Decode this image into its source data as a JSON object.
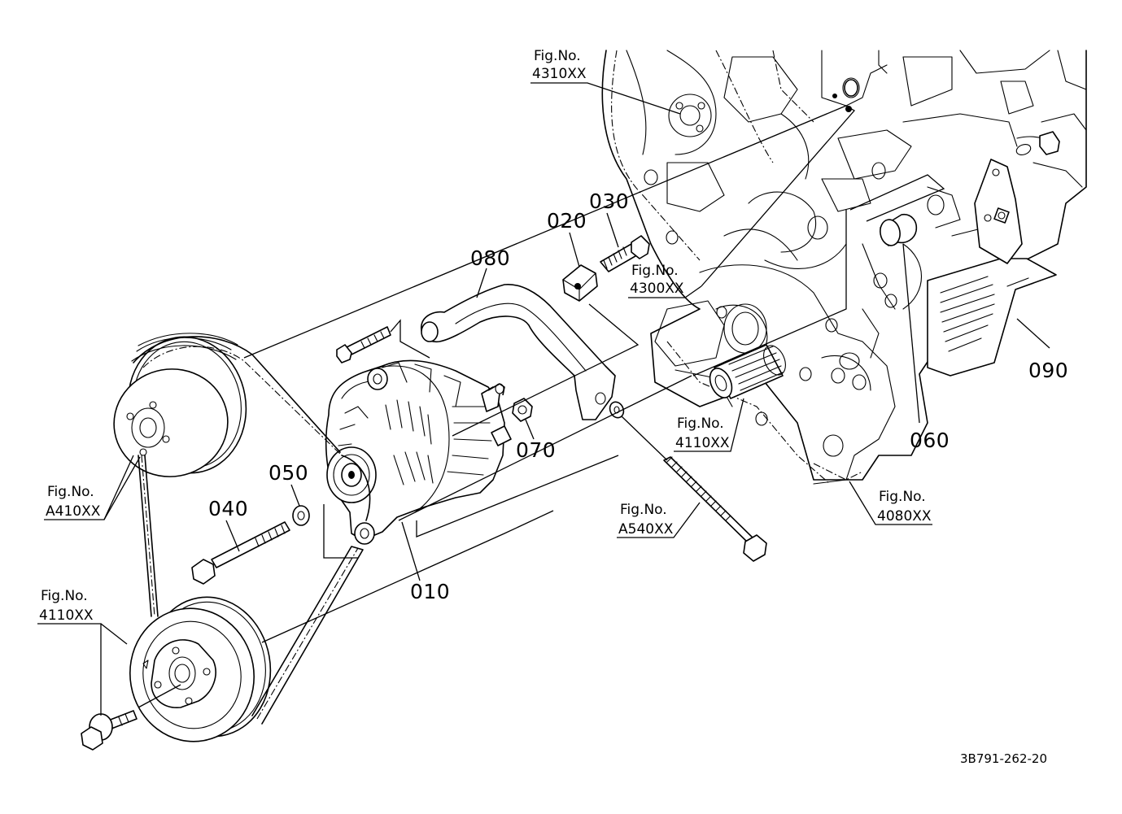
{
  "drawing_number": "3B791-262-20",
  "part_numbers": {
    "p010": "010",
    "p020": "020",
    "p030": "030",
    "p040": "040",
    "p050": "050",
    "p060": "060",
    "p070": "070",
    "p080": "080",
    "p090": "090"
  },
  "figure_refs": {
    "prefix": "Fig.No.",
    "f4310": "4310XX",
    "f4300": "4300XX",
    "f4110_engine": "4110XX",
    "f4080": "4080XX",
    "fA540": "A540XX",
    "fA410": "A410XX",
    "f4110_pulley": "4110XX"
  }
}
